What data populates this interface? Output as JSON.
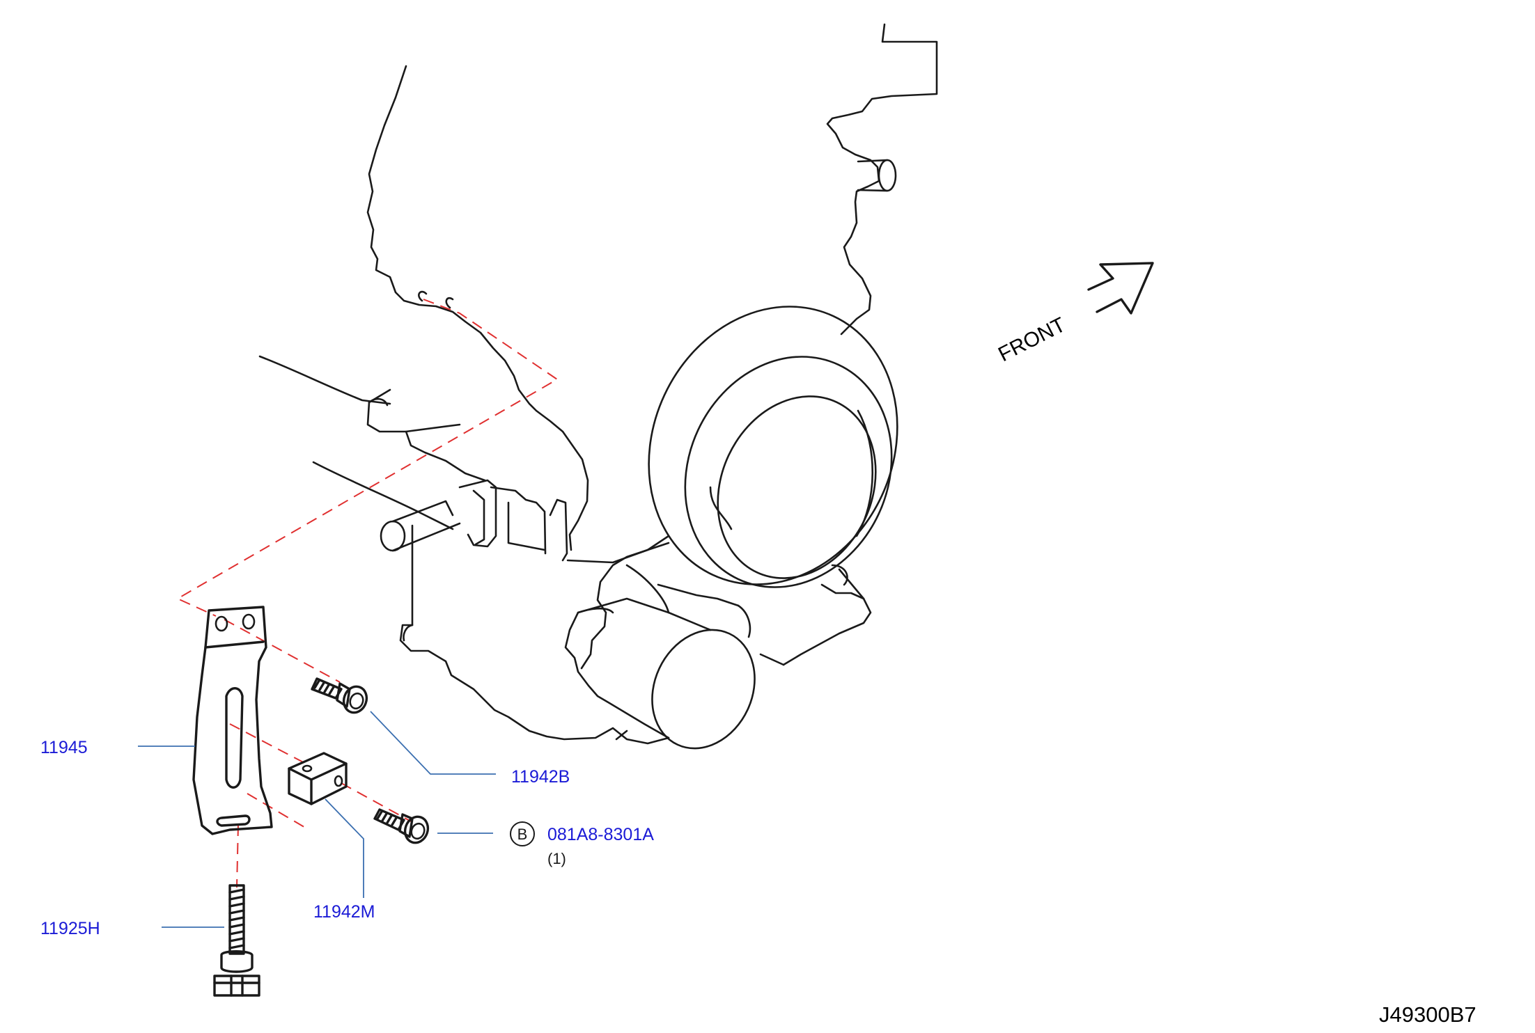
{
  "diagram": {
    "orientation_label": "FRONT",
    "drawing_code": "J49300B7",
    "colors": {
      "part_label": "#1b1bd6",
      "leader": "#3b6fb0",
      "assembly_line": "#e03030",
      "outline": "#1a1a1a"
    },
    "parts": {
      "bracket": "11945",
      "upper_bolt": "11942B",
      "spacer_block": "11942M",
      "lower_bolt": "11925H",
      "flange_bolt": {
        "label": "081A8-8301A",
        "marker": "B",
        "quantity": "(1)"
      }
    }
  }
}
